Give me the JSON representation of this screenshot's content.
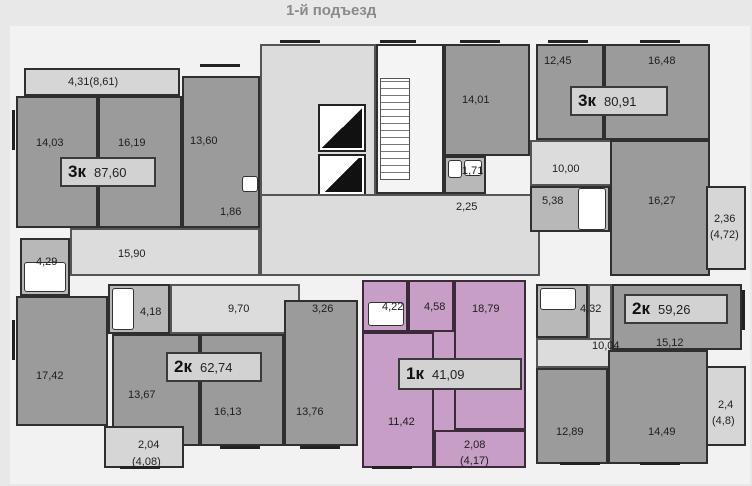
{
  "title": "1-й подъезд",
  "apartments": {
    "a3k_left": {
      "rooms": "3к",
      "area": "87,60"
    },
    "a3k_right": {
      "rooms": "3к",
      "area": "80,91"
    },
    "a2k_right": {
      "rooms": "2к",
      "area": "59,26"
    },
    "a2k_left": {
      "rooms": "2к",
      "area": "62,74"
    },
    "a1k": {
      "rooms": "1к",
      "area": "41,09"
    }
  },
  "room_labels": {
    "r_431": "4,31(8,61)",
    "r_1403": "14,03",
    "r_1619": "16,19",
    "r_1360": "13,60",
    "r_186": "1,86",
    "r_429": "4,29",
    "r_1590": "15,90",
    "r_418": "4,18",
    "r_970": "9,70",
    "r_326": "3,26",
    "r_1742": "17,42",
    "r_1367": "13,67",
    "r_1613": "16,13",
    "r_1376": "13,76",
    "r_204": "2,04",
    "r_408": "(4,08)",
    "r_1401": "14,01",
    "r_171": "1,71",
    "r_225": "2,25",
    "r_422": "4,22",
    "r_458": "4,58",
    "r_1879": "18,79",
    "r_1142": "11,42",
    "r_208": "2,08",
    "r_417": "(4,17)",
    "r_1245": "12,45",
    "r_1648": "16,48",
    "r_1000": "10,00",
    "r_538": "5,38",
    "r_1627": "16,27",
    "r_236": "2,36",
    "r_472": "(4,72)",
    "r_432": "4,32",
    "r_1004": "10,04",
    "r_1512": "15,12",
    "r_1289": "12,89",
    "r_1449": "14,49",
    "r_24": "2,4",
    "r_48": "(4,8)"
  }
}
